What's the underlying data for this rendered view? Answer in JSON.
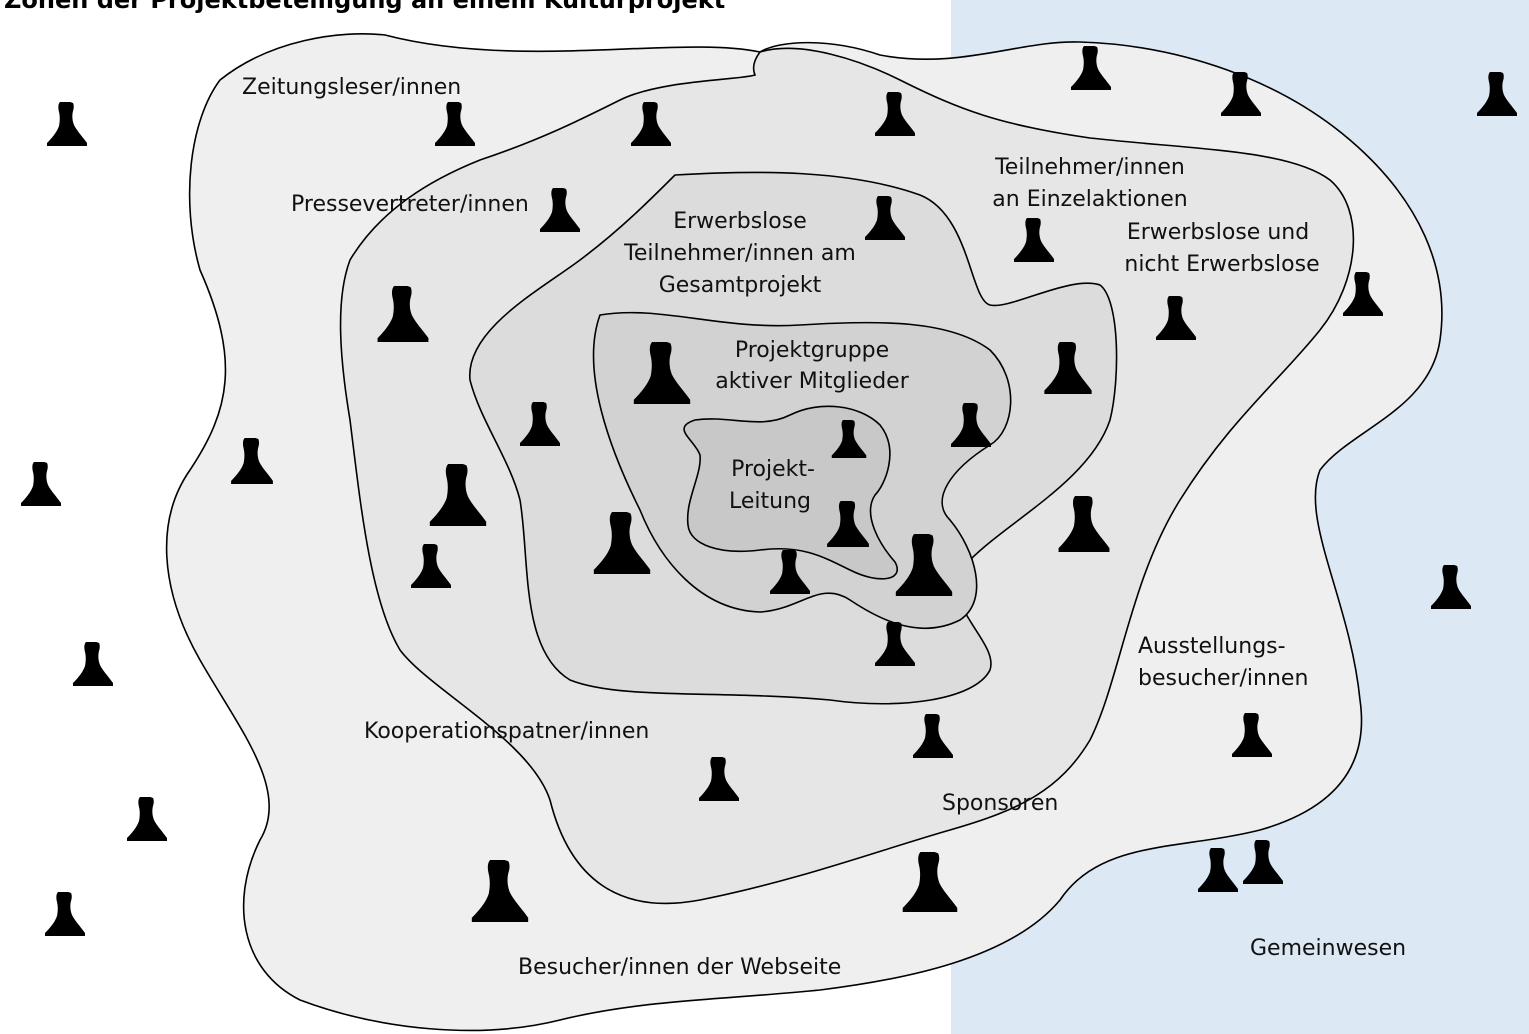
{
  "title": "Zonen der Projektbeteiligung an einem Kulturprojekt",
  "colors": {
    "community_band": "#dce8f4",
    "outer_ring": "#efefef",
    "second_ring": "#e6e6e6",
    "third_ring": "#dcdcdc",
    "fourth_ring": "#d2d2d2",
    "core": "#c8c8c8",
    "outline": "#000000",
    "figure": "#000000"
  },
  "zones": {
    "core": {
      "lines": [
        "Projekt-",
        "Leitung"
      ]
    },
    "project_group": {
      "lines": [
        "Projektgruppe",
        "aktiver Mitglieder"
      ]
    },
    "unemployed_participants": {
      "lines": [
        "Erwerbslose",
        "Teilnehmer/innen am",
        "Gesamtprojekt"
      ]
    },
    "single_action_participants": {
      "lines": [
        "Teilnehmer/innen",
        "an Einzelaktionen"
      ]
    },
    "employed_and_unemployed": {
      "lines": [
        "Erwerbslose und",
        "nicht Erwerbslose"
      ]
    }
  },
  "labels": {
    "newspaper_readers": "Zeitungsleser/innen",
    "press": "Pressevertreter/innen",
    "cooperation_partners": "Kooperationspatner/innen",
    "sponsors": "Sponsoren",
    "exhibition_visitors": [
      "Ausstellungs-",
      "besucher/innen"
    ],
    "website_visitors": "Besucher/innen der Webseite",
    "community": "Gemeinwesen"
  },
  "person_icon": "person-silhouette-icon"
}
